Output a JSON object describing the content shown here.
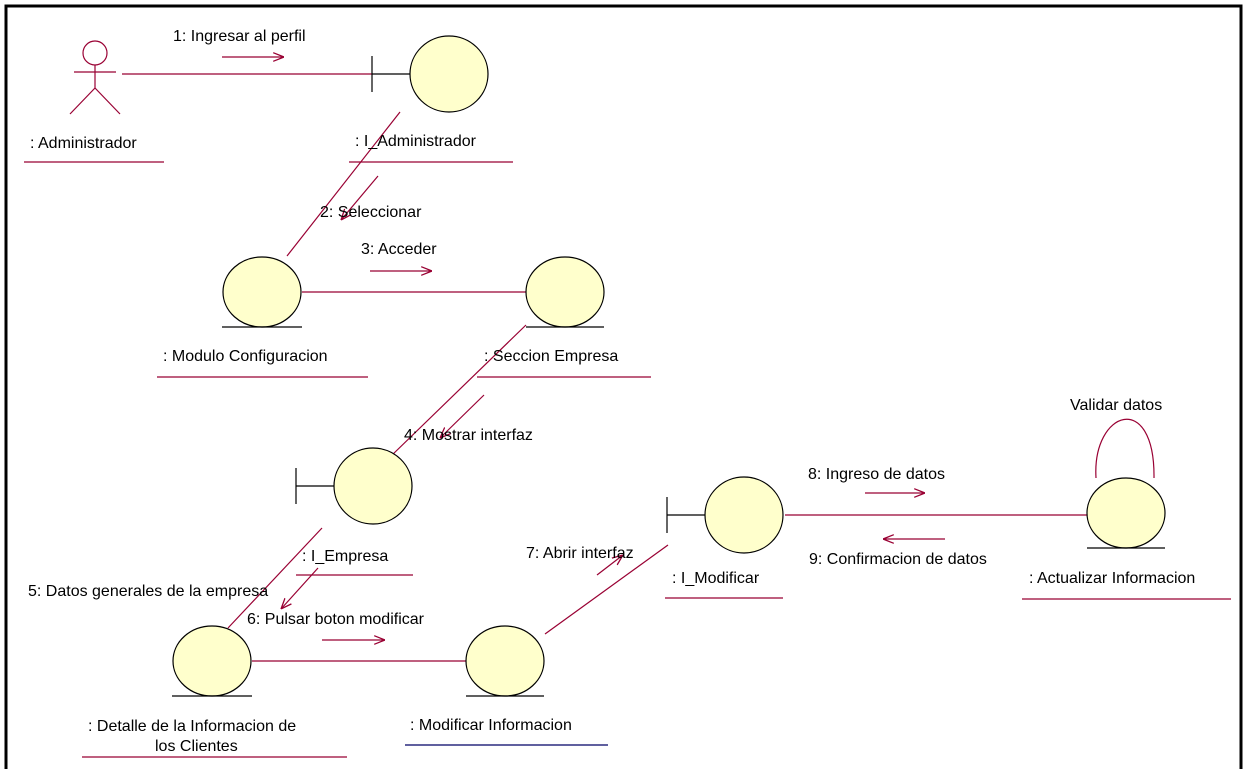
{
  "objects": {
    "administrador": ": Administrador",
    "i_administrador": ": I_Administrador",
    "modulo_configuracion": ": Modulo Configuracion",
    "seccion_empresa": ": Seccion Empresa",
    "i_empresa": ": I_Empresa",
    "detalle_line1": ": Detalle de la Informacion de",
    "detalle_line2": "los Clientes",
    "modificar_informacion": ": Modificar Informacion",
    "i_modificar": ": I_Modificar",
    "actualizar_informacion": ": Actualizar Informacion"
  },
  "messages": {
    "m1": "1: Ingresar al perfil",
    "m2": "2: Seleccionar",
    "m3": "3: Acceder",
    "m4": "4: Mostrar interfaz",
    "m5": "5: Datos generales de la empresa",
    "m6": "6: Pulsar boton modificar",
    "m7": "7: Abrir interfaz",
    "m8": "8: Ingreso de datos",
    "m9": "9: Confirmacion de datos",
    "self": "Validar datos"
  },
  "colors": {
    "object_fill": "#ffffcc",
    "link": "#990033",
    "underline_alt": "#000066"
  }
}
